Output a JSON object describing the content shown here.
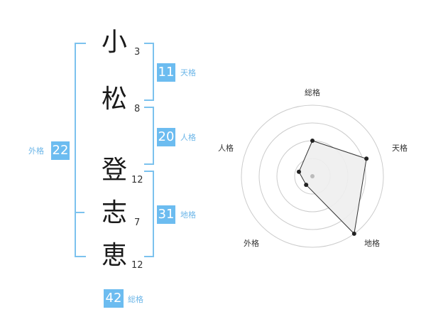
{
  "characters": [
    {
      "char": "小",
      "strokes": "3"
    },
    {
      "char": "松",
      "strokes": "8"
    },
    {
      "char": "登",
      "strokes": "12"
    },
    {
      "char": "志",
      "strokes": "7"
    },
    {
      "char": "恵",
      "strokes": "12"
    }
  ],
  "fortunes": {
    "tenkaku": {
      "value": "11",
      "label": "天格"
    },
    "jinkaku": {
      "value": "20",
      "label": "人格"
    },
    "chikaku": {
      "value": "31",
      "label": "地格"
    },
    "gaikaku": {
      "value": "22",
      "label": "外格"
    },
    "soukaku": {
      "value": "42",
      "label": "総格"
    }
  },
  "colors": {
    "accent": "#6cbcf0",
    "bracket": "#7cc2ee",
    "label": "#6cb6e8"
  },
  "chart_data": {
    "type": "radar",
    "axes": [
      "総格",
      "天格",
      "地格",
      "外格",
      "人格"
    ],
    "values": [
      0.5,
      0.8,
      1.0,
      0.15,
      0.2
    ],
    "rings": 4
  }
}
